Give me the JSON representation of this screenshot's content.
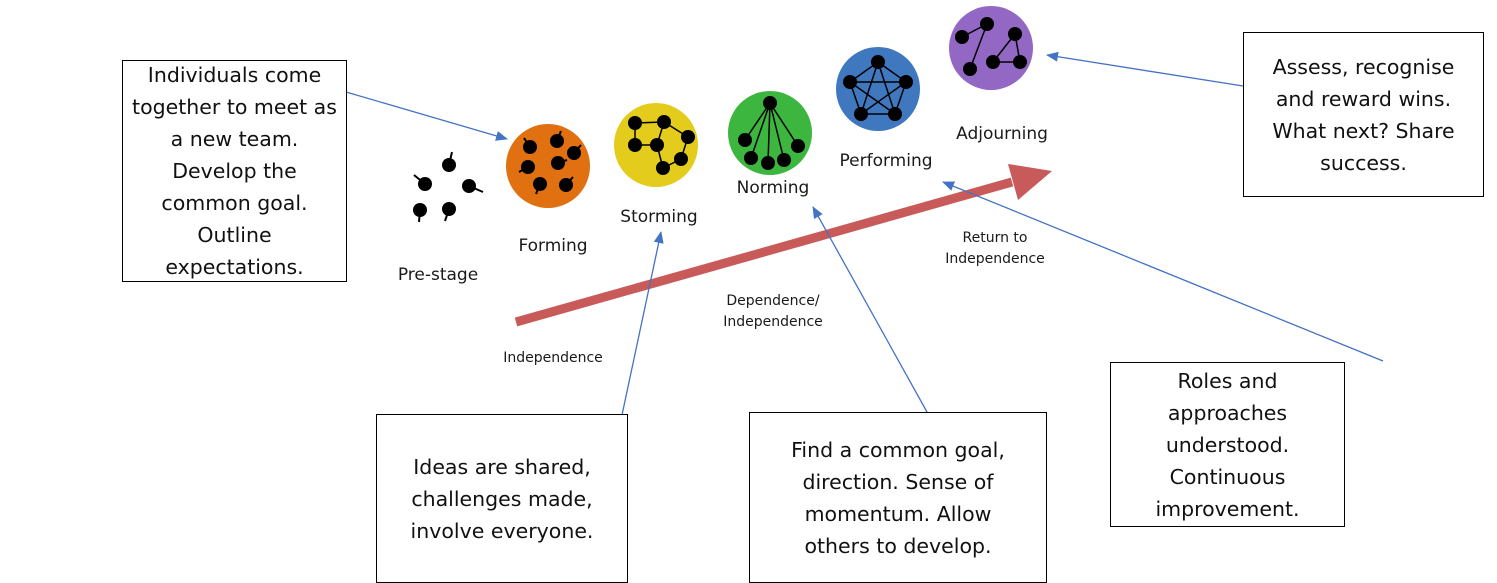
{
  "stages": [
    {
      "name": "Pre-stage",
      "color": "#ffffff"
    },
    {
      "name": "Forming",
      "color": "#e07010"
    },
    {
      "name": "Storming",
      "color": "#e3cc1c"
    },
    {
      "name": "Norming",
      "color": "#3db63f"
    },
    {
      "name": "Performing",
      "color": "#3f78bf"
    },
    {
      "name": "Adjourning",
      "color": "#9367c4"
    }
  ],
  "phases": {
    "independence": "Independence",
    "dependence_line1": "Dependence/",
    "dependence_line2": "Independence",
    "return_line1": "Return to",
    "return_line2": "Independence"
  },
  "arrow_color": "#c85a5a",
  "connector_color": "#4472c4",
  "callouts": {
    "forming": "Individuals come together to meet as a new team. Develop the common goal. Outline expectations.",
    "storming": "Ideas are shared, challenges made, involve everyone.",
    "norming": "Find a common goal, direction. Sense of momentum. Allow others to develop.",
    "performing": "Roles and approaches understood. Continuous improvement.",
    "adjourning": "Assess, recognise and reward wins. What next? Share success."
  }
}
